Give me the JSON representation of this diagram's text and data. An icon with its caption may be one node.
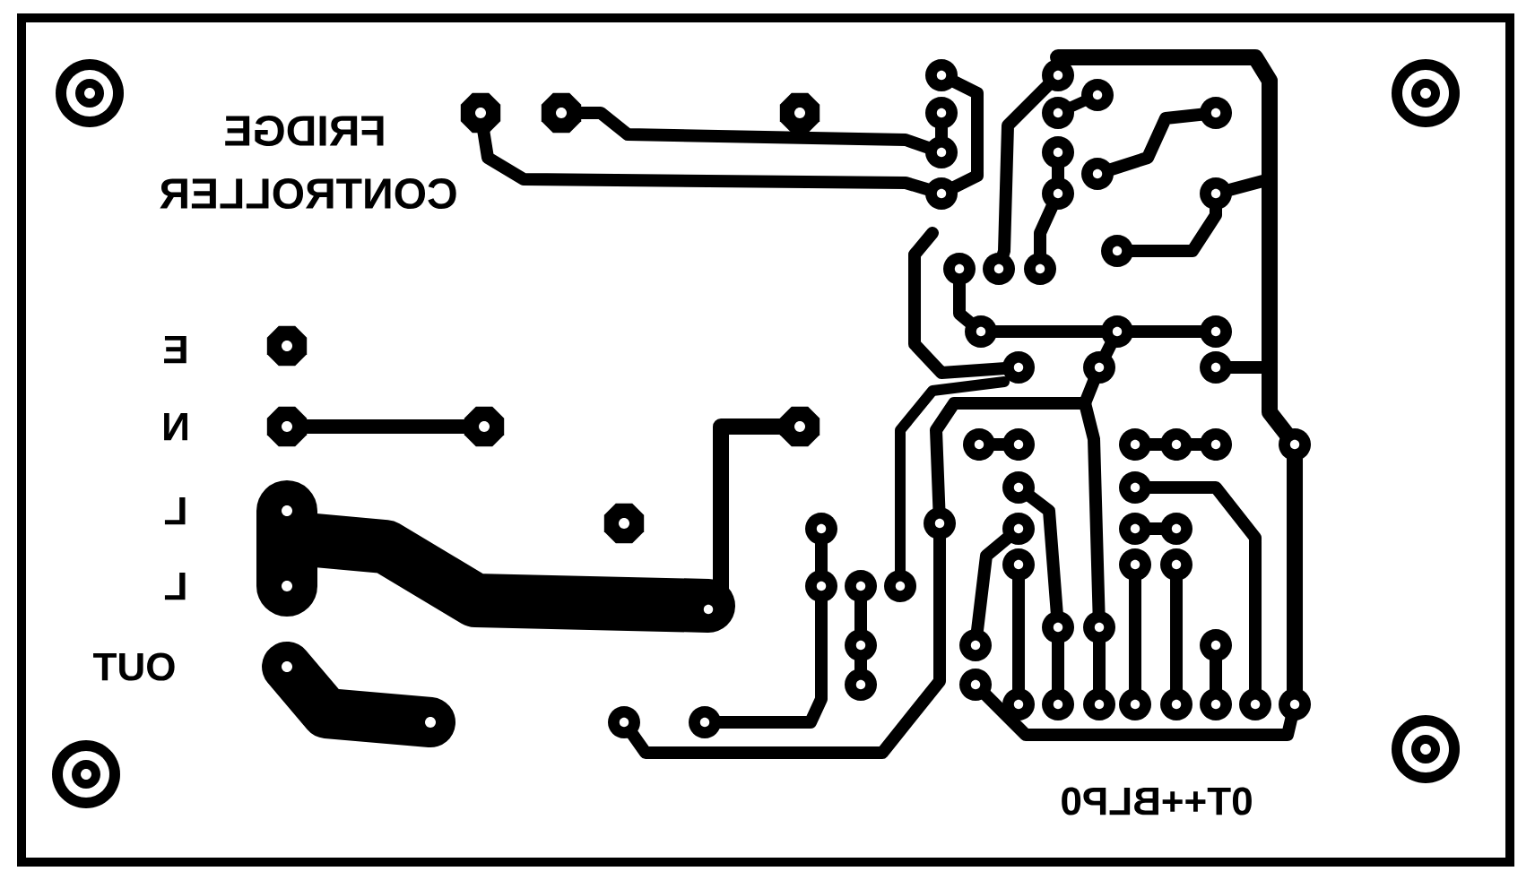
{
  "diagram": {
    "labels": [
      "FRIDGE",
      "CONTROLLER",
      "E",
      "N",
      "L",
      "L",
      "OUT",
      "0T++BLP0"
    ]
  }
}
